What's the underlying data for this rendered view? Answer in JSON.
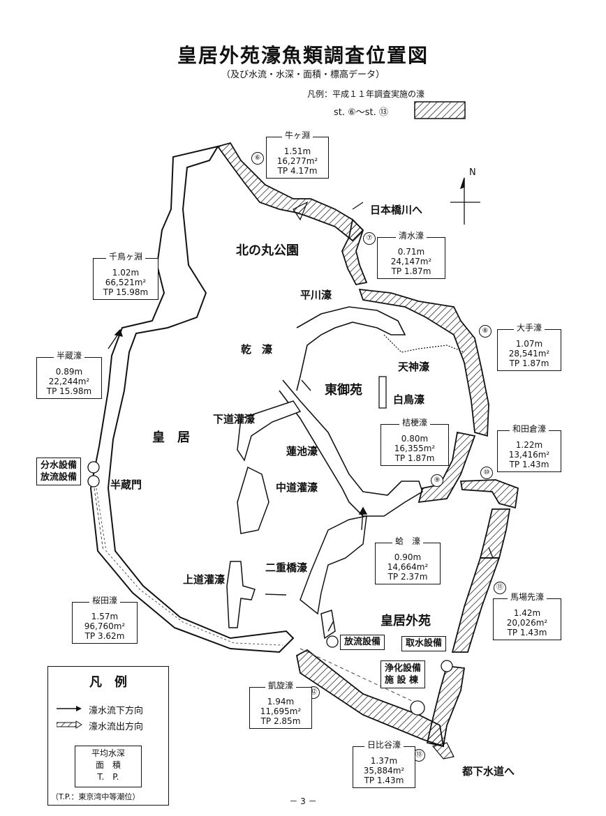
{
  "title": "皇居外苑濠魚類調査位置図",
  "subtitle": "（及び水流・水深・面積・標高データ）",
  "legend_top": {
    "caption": "凡例：平成１１年調査実施の濠",
    "range": "st. ⑥〜st. ⑬"
  },
  "areas": {
    "kitanomaru": "北の丸公園",
    "kokyo": "皇　居",
    "higashi_gyoen": "東御苑",
    "kokyo_gaien": "皇居外苑",
    "inui": "乾　濠",
    "hirakawa": "平川濠",
    "tenjin": "天神濠",
    "hakucho": "白鳥濠",
    "shimodokan": "下道灌濠",
    "hasuike": "蓮池濠",
    "nakadokan": "中道灌濠",
    "nijubashi": "二重橋濠",
    "kamidokan": "上道灌濠",
    "hanzomon": "半蔵門",
    "nihonbashi": "日本橋川へ",
    "toshita": "都下水道へ"
  },
  "facilities": {
    "bunsui": "分水設備",
    "horyu1": "放流設備",
    "horyu2": "放流設備",
    "shusui": "取水設備",
    "joka1": "浄化設備",
    "joka2": "施 設 棟"
  },
  "moats": [
    {
      "id": "m6",
      "num": "⑥",
      "name": "牛ヶ淵",
      "depth": "1.51m",
      "area": "16,277m²",
      "tp": "TP 4.17m"
    },
    {
      "id": "m7",
      "num": "⑦",
      "name": "清水濠",
      "depth": "0.71m",
      "area": "24,147m²",
      "tp": "TP 1.87m"
    },
    {
      "id": "m8",
      "num": "⑧",
      "name": "大手濠",
      "depth": "1.07m",
      "area": "28,541m²",
      "tp": "TP 1.87m"
    },
    {
      "id": "m9",
      "num": "⑨",
      "name": "桔梗濠",
      "depth": "0.80m",
      "area": "16,355m²",
      "tp": "TP 1.87m"
    },
    {
      "id": "m10",
      "num": "⑩",
      "name": "和田倉濠",
      "depth": "1.22m",
      "area": "13,416m²",
      "tp": "TP 1.43m"
    },
    {
      "id": "m11",
      "num": "⑪",
      "name": "馬場先濠",
      "depth": "1.42m",
      "area": "20,026m²",
      "tp": "TP 1.43m"
    },
    {
      "id": "m12",
      "num": "⑫",
      "name": "凱旋濠",
      "depth": "1.94m",
      "area": "11,695m²",
      "tp": "TP 2.85m"
    },
    {
      "id": "m13",
      "num": "⑬",
      "name": "日比谷濠",
      "depth": "1.37m",
      "area": "35,884m²",
      "tp": "TP 1.43m"
    },
    {
      "id": "chidori",
      "num": "",
      "name": "千鳥ヶ淵",
      "depth": "1.02m",
      "area": "66,521m²",
      "tp": "TP 15.98m"
    },
    {
      "id": "hanzo",
      "num": "",
      "name": "半蔵濠",
      "depth": "0.89m",
      "area": "22,244m²",
      "tp": "TP 15.98m"
    },
    {
      "id": "sakurada",
      "num": "",
      "name": "桜田濠",
      "depth": "1.57m",
      "area": "96,760m²",
      "tp": "TP 3.62m"
    },
    {
      "id": "hamaguri",
      "num": "",
      "name": "蛤　濠",
      "depth": "0.90m",
      "area": "14,664m²",
      "tp": "TP 2.37m"
    }
  ],
  "legend": {
    "title": "凡　例",
    "flow_down": "濠水流下方向",
    "flow_out": "濠水流出方向",
    "inner1": "平均水深",
    "inner2": "面　積",
    "inner3": "T.　P.",
    "footnote": "（T.P.：東京湾中等潮位）"
  },
  "north_label": "N",
  "page_number": "－ 3 －"
}
